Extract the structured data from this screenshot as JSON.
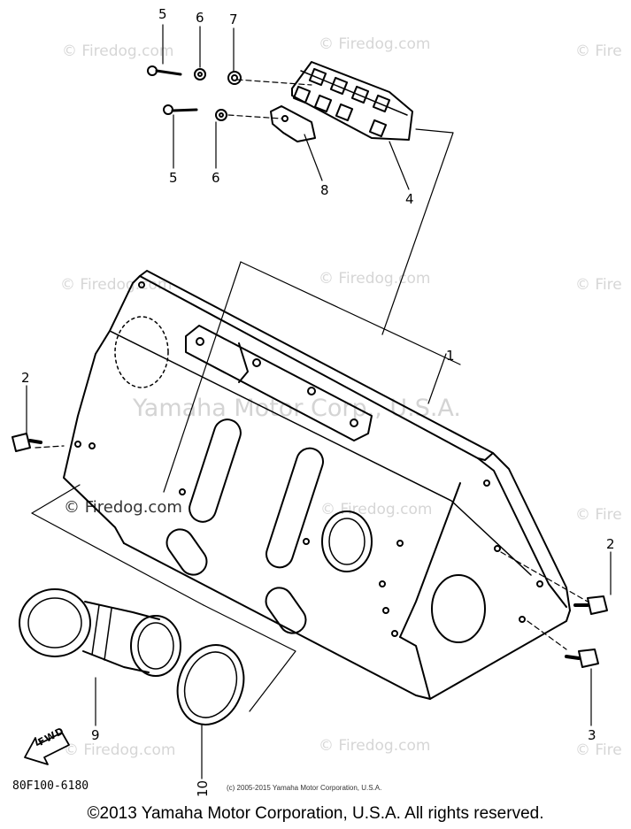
{
  "watermarks": {
    "firedog": "© Firedog.com",
    "firedog_cut": "© Fire",
    "yamaha": "Yamaha Motor Corp., U.S.A."
  },
  "callouts": {
    "c5a": "5",
    "c6a": "6",
    "c7": "7",
    "c5b": "5",
    "c6b": "6",
    "c8": "8",
    "c4": "4",
    "c1": "1",
    "c2a": "2",
    "c2b": "2",
    "c3": "3",
    "c9": "9",
    "c10": "10"
  },
  "fwd_label": "FWD",
  "part_code": "80F100-6180",
  "small_copyright": "(c) 2005-2015 Yamaha Motor Corporation, U.S.A.",
  "copyright": "©2013 Yamaha Motor Corporation, U.S.A. All rights reserved."
}
